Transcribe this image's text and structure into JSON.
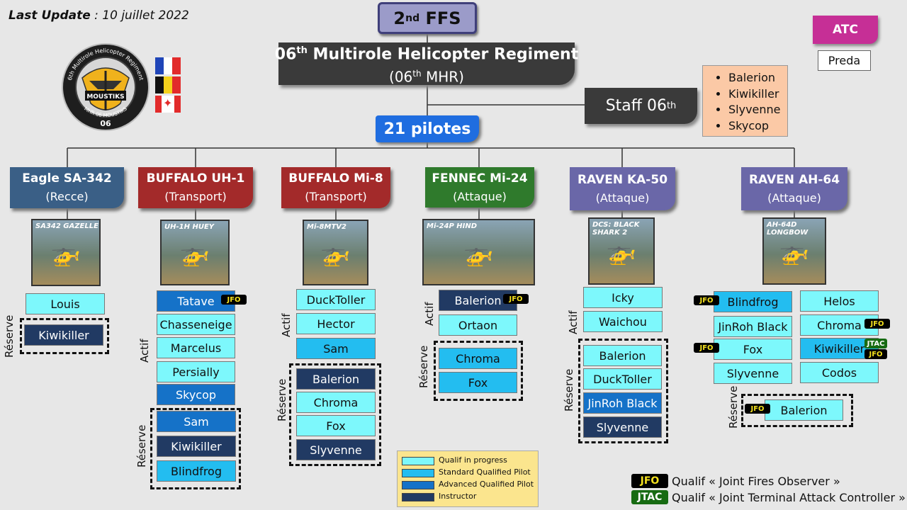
{
  "header": {
    "update_label": "Last Update",
    "update_sep": " : ",
    "update_date": "10 juillet  2022"
  },
  "ffs": {
    "base": "2",
    "sup": "nd",
    "rest": " FFS"
  },
  "regiment": {
    "l1_a": "06",
    "l1_sup": "th",
    "l1_b": " Multirole Helicopter Regiment",
    "l2_a": "(06",
    "l2_sup": "th",
    "l2_b": " MHR)"
  },
  "staff": {
    "label": "Staff 06",
    "sup": "th",
    "members": [
      "Balerion",
      "Kiwikiller",
      "Slyvenne",
      "Skycop"
    ]
  },
  "atc": {
    "label": "ATC",
    "member": "Preda"
  },
  "pilots_total": "21 pilotes",
  "labels": {
    "actif": "Actif",
    "reserve": "Réserve"
  },
  "flags": [
    "france",
    "belgium",
    "canada"
  ],
  "logo": {
    "top_text": "6th Multirole Helicopter Regiment",
    "name": "MOUSTIKS",
    "bottom": "MHR 06   MOUSTIKS",
    "num": "06"
  },
  "colors": {
    "q1": "#7df8fc",
    "q2": "#23bdf0",
    "q3": "#1572c8",
    "q4": "#213a63",
    "jfo": "#000000",
    "jtac": "#176b12"
  },
  "squadrons": [
    {
      "name": "Eagle SA-342",
      "role": "(Recce)",
      "color": "#3a5f86",
      "image_caption": "SA342 GAZELLE"
    },
    {
      "name": "BUFFALO UH-1",
      "role": "(Transport)",
      "color": "#a32a2a",
      "image_caption": "UH-1H HUEY"
    },
    {
      "name": "BUFFALO Mi-8",
      "role": "(Transport)",
      "color": "#a32a2a",
      "image_caption": "Mi-8MTV2"
    },
    {
      "name": "FENNEC Mi-24",
      "role": "(Attaque)",
      "color": "#2f7a2c",
      "image_caption": "Mi-24P HIND"
    },
    {
      "name": "RAVEN KA-50",
      "role": "(Attaque)",
      "color": "#6a67a8",
      "image_caption": "DCS: BLACK SHARK 2"
    },
    {
      "name": "RAVEN AH-64",
      "role": "(Attaque)",
      "color": "#6a67a8",
      "image_caption": "AH-64D LONGBOW"
    }
  ],
  "roster": {
    "sa342": {
      "actif": [
        {
          "n": "Louis",
          "q": "q1"
        }
      ],
      "reserve": [
        {
          "n": "Kiwikiller",
          "q": "q4"
        }
      ]
    },
    "uh1": {
      "actif": [
        {
          "n": "Tatave",
          "q": "q3",
          "b": "JFO"
        },
        {
          "n": "Chasseneige",
          "q": "q1"
        },
        {
          "n": "Marcelus",
          "q": "q1"
        },
        {
          "n": "Persially",
          "q": "q1"
        },
        {
          "n": "Skycop",
          "q": "q3"
        }
      ],
      "reserve": [
        {
          "n": "Sam",
          "q": "q3"
        },
        {
          "n": "Kiwikiller",
          "q": "q4"
        },
        {
          "n": "Blindfrog",
          "q": "q2"
        }
      ]
    },
    "mi8": {
      "actif": [
        {
          "n": "DuckToller",
          "q": "q1"
        },
        {
          "n": "Hector",
          "q": "q1"
        },
        {
          "n": "Sam",
          "q": "q2"
        }
      ],
      "reserve": [
        {
          "n": "Balerion",
          "q": "q4"
        },
        {
          "n": "Chroma",
          "q": "q1"
        },
        {
          "n": "Fox",
          "q": "q1"
        },
        {
          "n": "Slyvenne",
          "q": "q4"
        }
      ]
    },
    "mi24": {
      "actif": [
        {
          "n": "Balerion",
          "q": "q4",
          "b": "JFO"
        },
        {
          "n": "Ortaon",
          "q": "q1"
        }
      ],
      "reserve": [
        {
          "n": "Chroma",
          "q": "q2"
        },
        {
          "n": "Fox",
          "q": "q2"
        }
      ]
    },
    "ka50": {
      "actif": [
        {
          "n": "Icky",
          "q": "q1"
        },
        {
          "n": "Waichou",
          "q": "q1"
        }
      ],
      "reserve": [
        {
          "n": "Balerion",
          "q": "q1"
        },
        {
          "n": "DuckToller",
          "q": "q1"
        },
        {
          "n": "JinRoh Black",
          "q": "q3"
        },
        {
          "n": "Slyvenne",
          "q": "q4"
        }
      ]
    },
    "ah64": {
      "left": [
        {
          "n": "Blindfrog",
          "q": "q2",
          "b": "JFO"
        },
        {
          "n": "JinRoh Black",
          "q": "q1"
        },
        {
          "n": "Fox",
          "q": "q1",
          "b": "JFO"
        },
        {
          "n": "Slyvenne",
          "q": "q1"
        }
      ],
      "right": [
        {
          "n": "Helos",
          "q": "q1"
        },
        {
          "n": "Chroma",
          "q": "q1",
          "b": "JFO"
        },
        {
          "n": "Kiwikiller",
          "q": "q2",
          "b": "JTAC",
          "b2": "JFO"
        },
        {
          "n": "Codos",
          "q": "q1"
        }
      ],
      "reserve": [
        {
          "n": "Balerion",
          "q": "q1",
          "b": "JFO"
        }
      ]
    }
  },
  "legend": [
    {
      "label": "Qualif in progress",
      "q": "q1"
    },
    {
      "label": "Standard Qualified Pilot",
      "q": "q2"
    },
    {
      "label": "Advanced Qualified Pilot",
      "q": "q3"
    },
    {
      "label": "Instructor",
      "q": "q4"
    }
  ],
  "badge_notes": [
    {
      "badge": "JFO",
      "text": "Qualif « Joint Fires Observer »"
    },
    {
      "badge": "JTAC",
      "text": "Qualif « Joint Terminal Attack Controller »"
    }
  ]
}
